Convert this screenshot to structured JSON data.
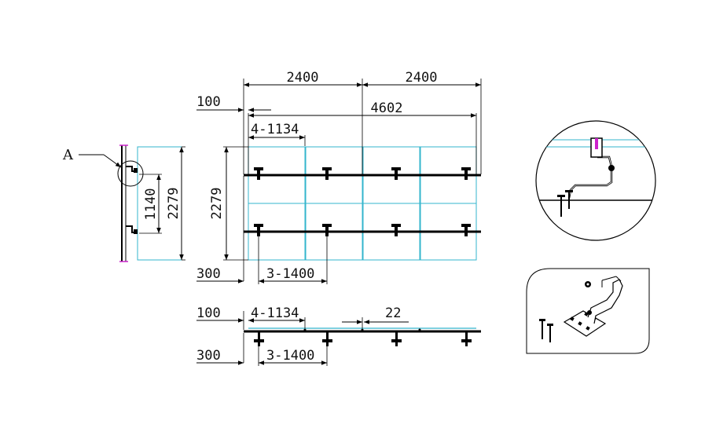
{
  "title": "Solar panel roof-hook mounting layout",
  "colors": {
    "line": "#000000",
    "panel": "#33b5cc",
    "accent": "#cc22cc"
  },
  "detail_label": "A",
  "side_view": {
    "dim_inner": "1140",
    "dim_outer": "2279"
  },
  "plan_view": {
    "dim_width_left": "2400",
    "dim_width_right": "2400",
    "dim_rail_length": "4602",
    "dim_edge_top": "100",
    "dim_hook_spacing": "4-1134",
    "dim_height": "2279",
    "dim_edge_bottom": "300",
    "dim_hook_spacing_bottom": "3-1400",
    "panel_columns": 4,
    "panel_rows": 2
  },
  "section_view": {
    "dim_edge_top": "100",
    "dim_hook_spacing": "4-1134",
    "dim_gap": "22",
    "dim_edge_bottom": "300",
    "dim_hook_spacing_bottom": "3-1400"
  },
  "icons": [
    "roof-hook-detail-icon",
    "roof-hook-3d-icon",
    "screw-icon",
    "bolt-icon"
  ]
}
